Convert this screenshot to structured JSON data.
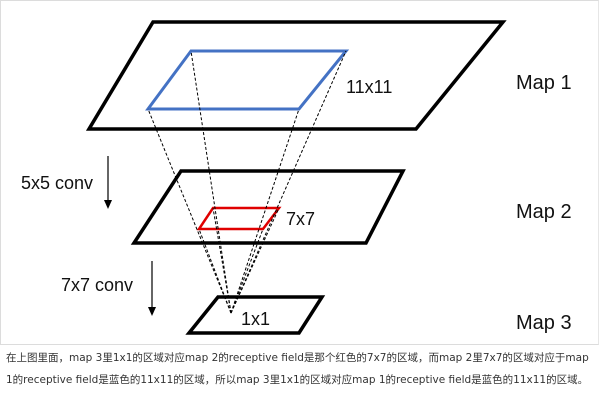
{
  "diagram": {
    "maps": [
      {
        "label": "Map 1",
        "region_label": "11x11"
      },
      {
        "label": "Map 2",
        "region_label": "7x7"
      },
      {
        "label": "Map 3",
        "region_label": "1x1"
      }
    ],
    "operations": [
      {
        "label": "5x5 conv"
      },
      {
        "label": "7x7 conv"
      }
    ],
    "colors": {
      "map_outline": "#000000",
      "region_11x11": "#4472c4",
      "region_7x7": "#e00000",
      "projection_lines": "#000000"
    }
  },
  "caption": "在上图里面，map 3里1x1的区域对应map 2的receptive field是那个红色的7x7的区域，而map 2里7x7的区域对应于map 1的receptive field是蓝色的11x11的区域，所以map 3里1x1的区域对应map 1的receptive field是蓝色的11x11的区域。"
}
